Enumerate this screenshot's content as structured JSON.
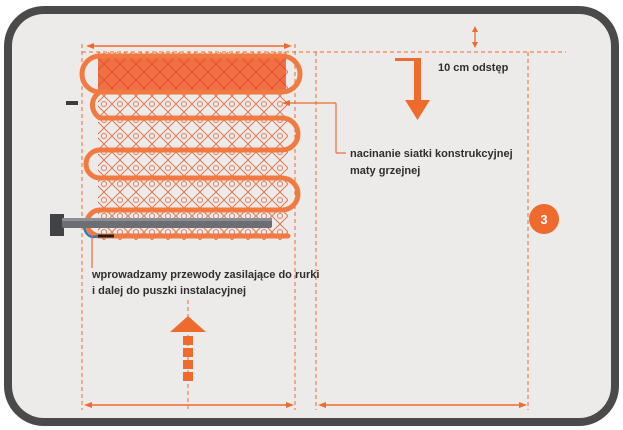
{
  "labels": {
    "spacing": "10 cm odstęp",
    "mesh_cut_line1": "nacinanie siatki konstrukcyjnej",
    "mesh_cut_line2": "maty grzejnej",
    "wires_line1": "wprowadzamy przewody zasilające do rurki",
    "wires_line2": "i dalej do puszki instalacyjnej"
  },
  "step_number": "3",
  "colors": {
    "frame": "#4a4a4a",
    "panel": "#ecebe9",
    "accent": "#ef6b2d",
    "mesh_fill": "#f07046",
    "cable": "#f07a40",
    "pipe": "#6b6e72",
    "text": "#2e2e2e"
  },
  "icons": [
    "arrow-down-icon",
    "arrow-up-icon",
    "dimension-arrow-icon",
    "conduit-pipe-icon"
  ]
}
